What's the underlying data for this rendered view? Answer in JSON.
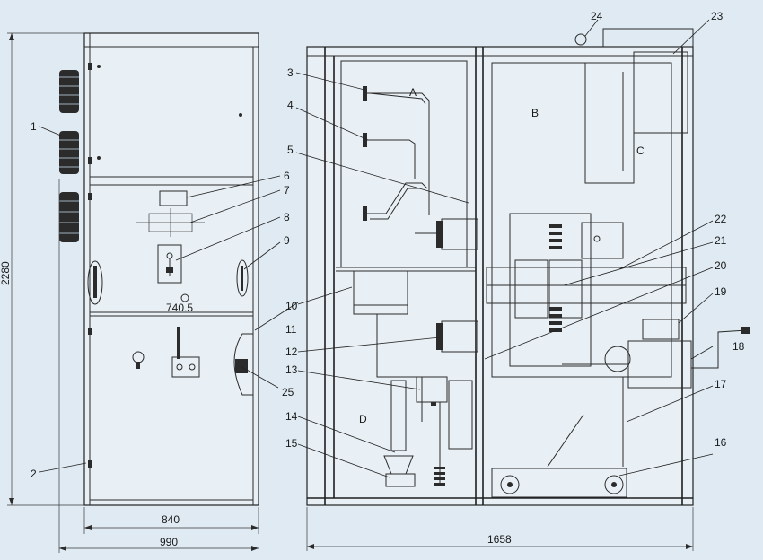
{
  "callouts": [
    "1",
    "2",
    "3",
    "4",
    "5",
    "6",
    "7",
    "8",
    "9",
    "10",
    "11",
    "12",
    "13",
    "14",
    "15",
    "16",
    "17",
    "18",
    "19",
    "20",
    "21",
    "22",
    "23",
    "24",
    "25"
  ],
  "zones": {
    "a": "A",
    "b": "B",
    "c": "C",
    "d": "D"
  },
  "dimensions": {
    "height": "2280",
    "inner_width": "840",
    "outer_width": "990",
    "side_width": "1658",
    "dial": "740.5"
  }
}
